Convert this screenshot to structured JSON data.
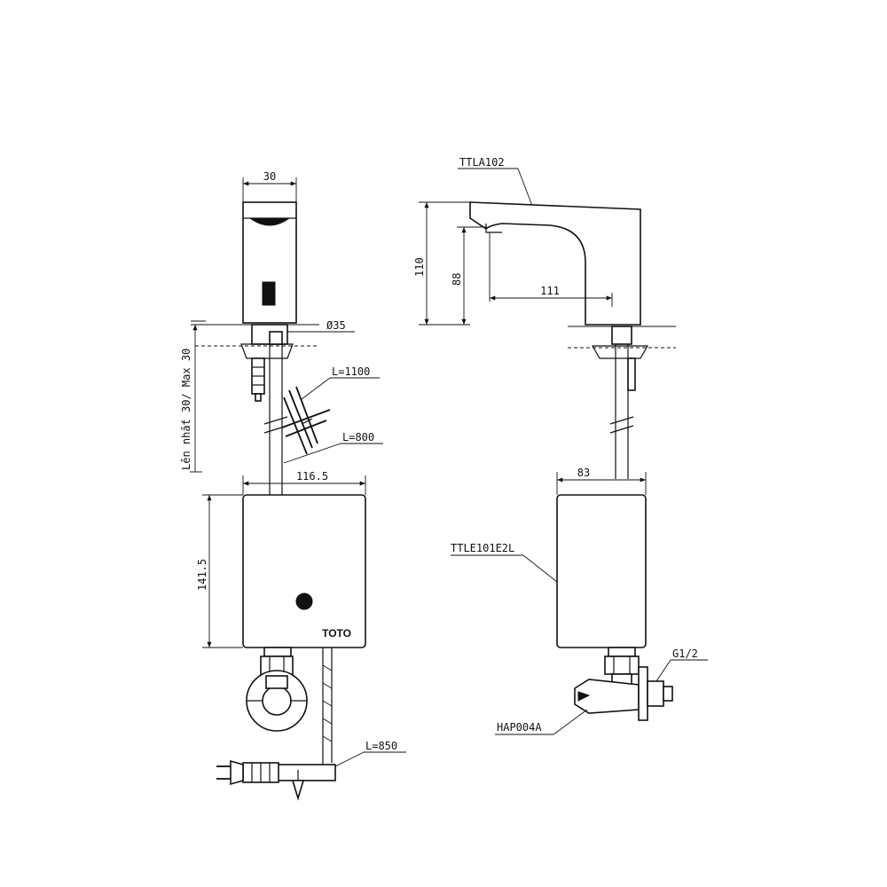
{
  "front_view": {
    "faucet_width": "30",
    "base_diameter": "Ø35",
    "counter_thickness": "Lên nhất 30/ Max 30",
    "cable_length_1": "L=1100",
    "cable_length_2": "L=800",
    "box_width": "116.5",
    "box_height": "141.5",
    "box_brand": "TOTO",
    "power_cord_length": "L=850"
  },
  "side_view": {
    "faucet_model": "TTLA102",
    "total_height": "110",
    "spout_height": "88",
    "spout_reach": "111",
    "box_depth": "83",
    "box_model": "TTLE101E2L",
    "valve_model": "HAP004A",
    "thread_size": "G1/2"
  }
}
